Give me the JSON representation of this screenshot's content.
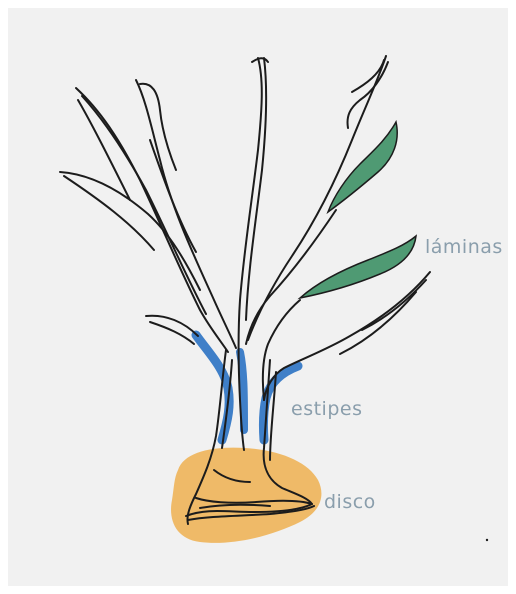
{
  "labels": {
    "blades": "láminas",
    "stipes": "estipes",
    "holdfast": "disco"
  },
  "colors": {
    "background": "#f1f1f1",
    "ink": "#1c1c1c",
    "blades_fill": "#4f9a73",
    "stipes_fill": "#3f7fc8",
    "holdfast_fill": "#efb55c",
    "label_text": "#8a9eac"
  }
}
